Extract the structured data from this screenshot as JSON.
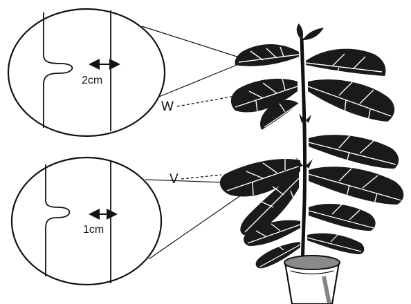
{
  "labels": {
    "upper_mark": "W",
    "lower_mark": "V",
    "upper_measure": "2cm",
    "lower_measure": "1cm"
  },
  "colors": {
    "ink": "#111111",
    "leaf": "#1a1a1a",
    "vein": "#ffffff",
    "soil": "#8a8a8a"
  }
}
